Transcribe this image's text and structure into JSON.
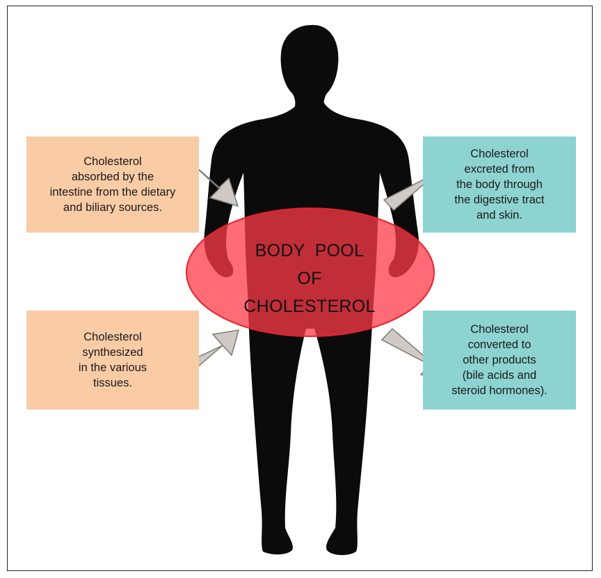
{
  "colors": {
    "peach_box": "#f9cca6",
    "teal_box": "#8dd3d1",
    "ellipse_fill": "#ff3b47",
    "ellipse_stroke": "#e8232c",
    "arrow_fill": "#cfcac6",
    "arrow_stroke": "#7d7873",
    "silhouette": "#0b0b0b"
  },
  "center": {
    "lines": [
      "BODY  POOL",
      "OF",
      "CHOLESTEROL"
    ]
  },
  "boxes": {
    "absorbed": {
      "lines": [
        "Cholesterol",
        "absorbed by the",
        "intestine from the dietary",
        "and biliary sources."
      ]
    },
    "synthesized": {
      "lines": [
        "Cholesterol",
        "synthesized",
        "in the various",
        "tissues."
      ]
    },
    "excreted": {
      "lines": [
        "Cholesterol",
        "excreted from",
        "the body through",
        "the digestive tract",
        "and skin."
      ]
    },
    "converted": {
      "lines": [
        "Cholesterol",
        "converted to",
        "other products",
        "(bile acids and",
        "steroid hormones)."
      ]
    }
  }
}
